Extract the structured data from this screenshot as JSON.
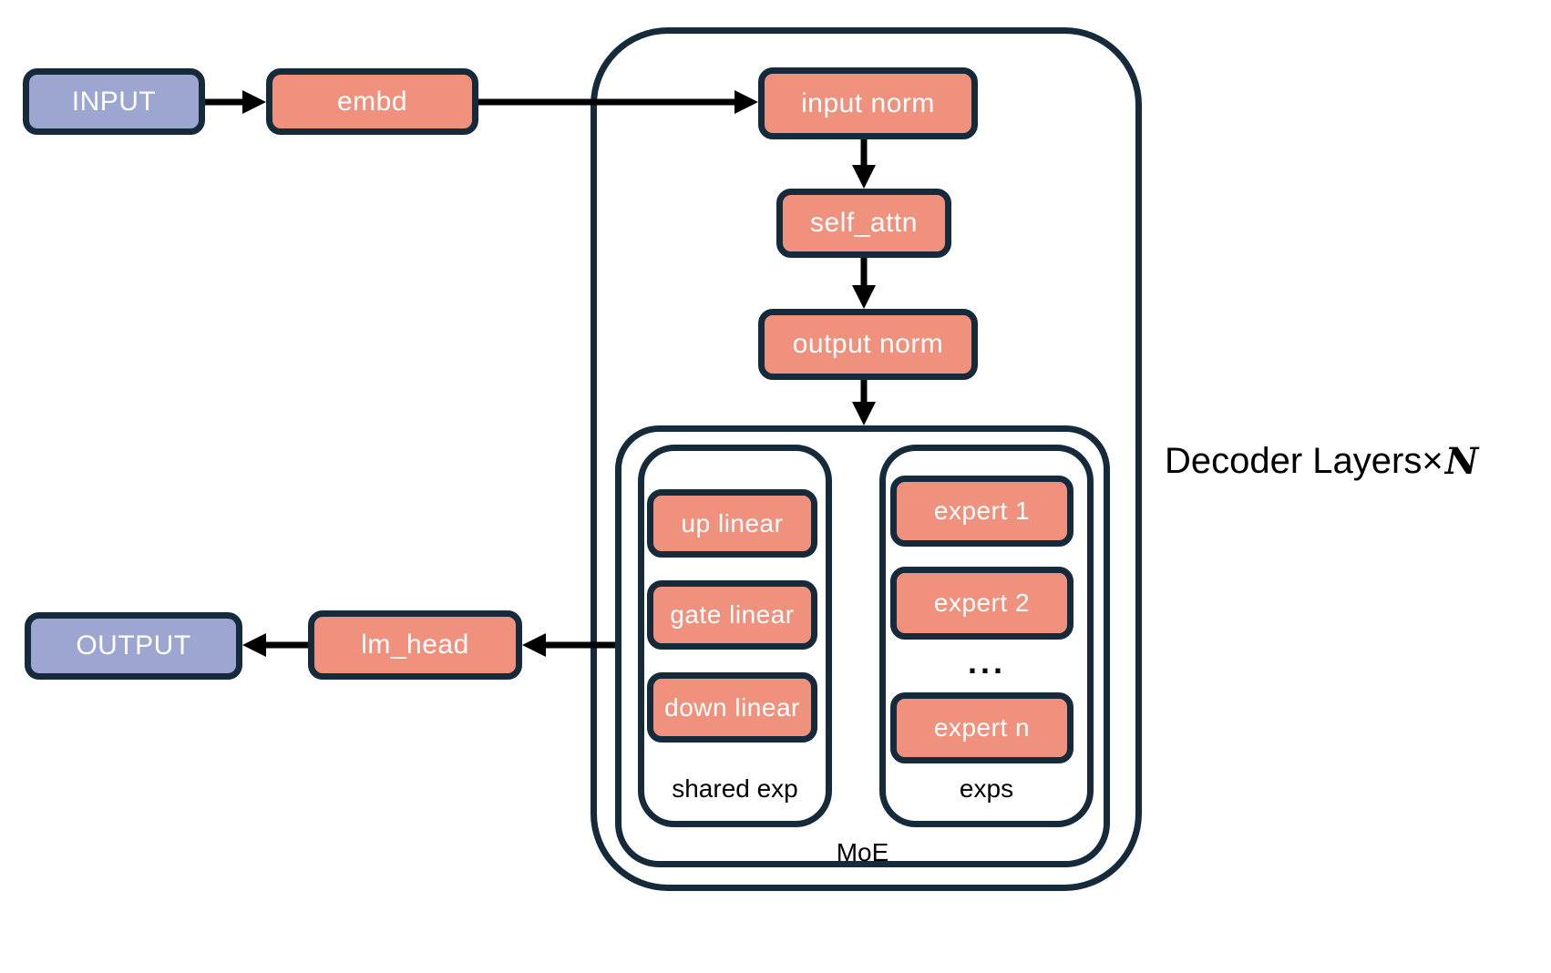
{
  "diagram": {
    "nodes": {
      "input": "INPUT",
      "embd": "embd",
      "input_norm": "input norm",
      "self_attn": "self_attn",
      "output_norm": "output norm",
      "up_linear": "up linear",
      "gate_linear": "gate linear",
      "down_linear": "down linear",
      "expert_1": "expert 1",
      "expert_2": "expert 2",
      "expert_n": "expert n",
      "lm_head": "lm_head",
      "output": "OUTPUT"
    },
    "labels": {
      "shared_exp": "shared exp",
      "exps": "exps",
      "moe": "MoE",
      "experts_ellipsis": "...",
      "decoder_layers_prefix": "Decoder Layers×",
      "decoder_layers_n": "N"
    },
    "colors": {
      "module_fill": "#F0917E",
      "io_fill": "#9DA5D1",
      "border": "#152B3B",
      "arrow": "#000000",
      "label": "#000000"
    }
  }
}
